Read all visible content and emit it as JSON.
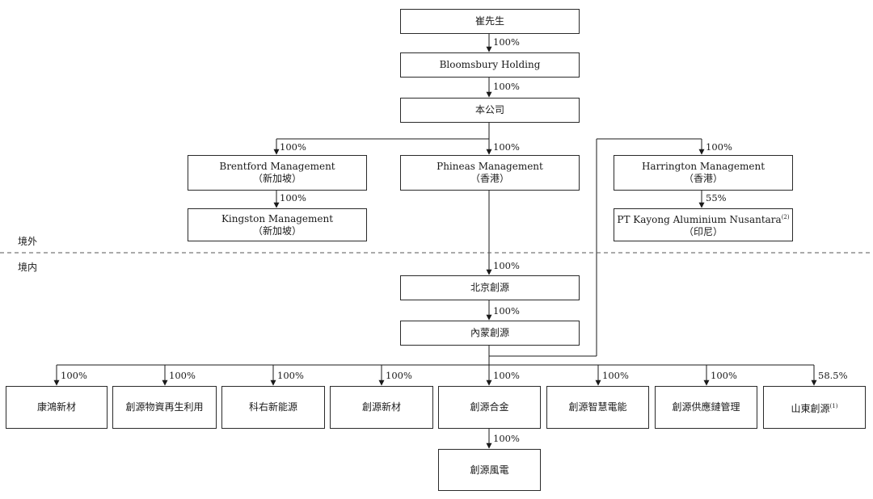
{
  "region": {
    "offshore": "境外",
    "onshore": "境内"
  },
  "entities": {
    "cui": "崔先生",
    "bloomsbury": "Bloomsbury Holding",
    "company": "本公司",
    "brentford": {
      "line1": "Brentford Management",
      "line2": "（新加坡）"
    },
    "phineas": {
      "line1": "Phineas Management",
      "line2": "（香港）"
    },
    "harrington": {
      "line1": "Harrington Management",
      "line2": "（香港）"
    },
    "kingston": {
      "line1": "Kingston Management",
      "line2": "（新加坡）"
    },
    "pt_kayong": {
      "line1": "PT Kayong Aluminium Nusantara",
      "note": "(2)",
      "line2": "（印尼）"
    },
    "beijing": "北京創源",
    "neimeng": "內蒙創源",
    "kanghong": "康鴻新材",
    "recycling": "創源物資再生利用",
    "keyou": "科右新能源",
    "newmat": "創源新材",
    "alloy": "創源合金",
    "smart": "創源智慧電能",
    "supply": "創源供應鏈管理",
    "shandong": {
      "name": "山東創源",
      "note": "(1)"
    },
    "wind": "創源風電"
  },
  "ownership": {
    "cui_bloomsbury": "100%",
    "bloomsbury_company": "100%",
    "company_brentford": "100%",
    "company_phineas": "100%",
    "company_harrington": "100%",
    "brentford_kingston": "100%",
    "harrington_pt": "55%",
    "phineas_beijing": "100%",
    "beijing_neimeng": "100%",
    "neimeng_kanghong": "100%",
    "neimeng_recycling": "100%",
    "neimeng_keyou": "100%",
    "neimeng_newmat": "100%",
    "neimeng_alloy": "100%",
    "neimeng_smart": "100%",
    "neimeng_supply": "100%",
    "neimeng_shandong": "58.5%",
    "alloy_wind": "100%"
  }
}
